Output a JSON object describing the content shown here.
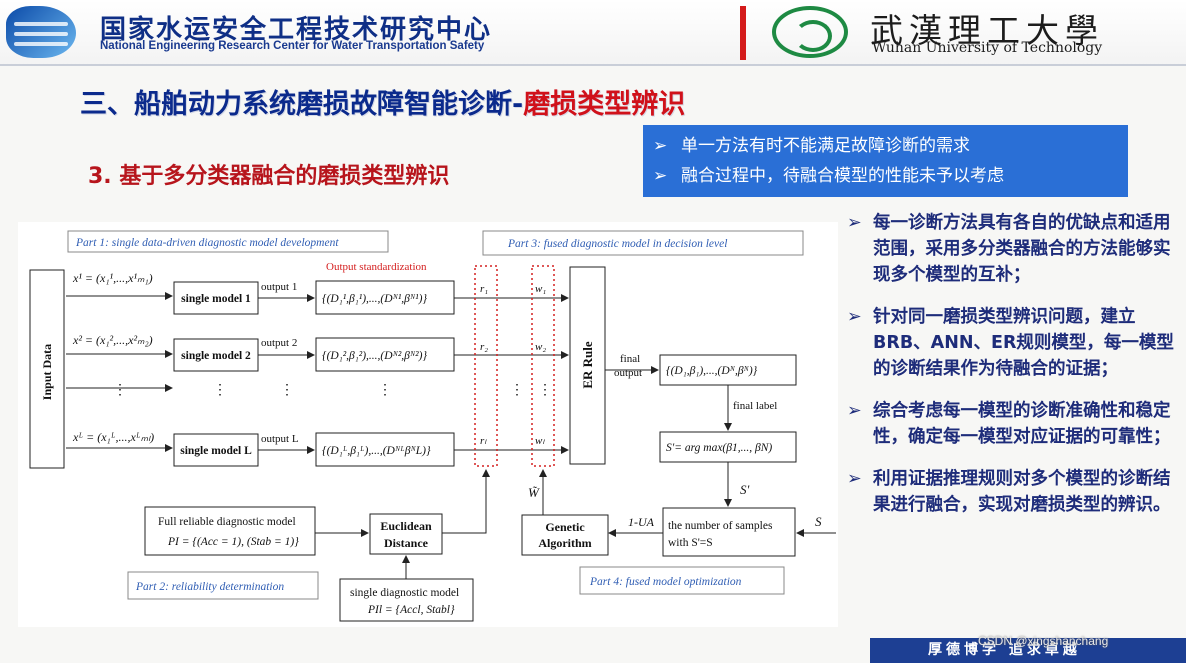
{
  "header": {
    "org_cn": "国家水运安全工程技术研究中心",
    "org_en": "National Engineering Research Center for Water Transportation Safety",
    "univ_cn": "武漢理工大學",
    "univ_en": "Wuhan University of Technology"
  },
  "title": {
    "main": "三、船舶动力系统磨损故障智能诊断-",
    "highlight": "磨损类型辨识",
    "sub": "3. 基于多分类器融合的磨损类型辨识"
  },
  "blue_box": {
    "arrow": "➢",
    "lines": [
      "单一方法有时不能满足故障诊断的需求",
      "融合过程中，待融合模型的性能未予以考虑"
    ]
  },
  "diagram": {
    "part1": "Part 1: single data-driven diagnostic model development",
    "part2": "Part 2: reliability determination",
    "part3": "Part 3: fused diagnostic model  in decision level",
    "part4": "Part 4: fused model optimization",
    "input_data": "Input Data",
    "output_std": "Output standardization",
    "models": [
      "single model 1",
      "single model 2",
      "single model L"
    ],
    "outputs": [
      "output 1",
      "output 2",
      "output L"
    ],
    "er_rule": "ER Rule",
    "final_output": [
      "final",
      "output"
    ],
    "final_label": "final label",
    "s_prime": "S'",
    "s": "S",
    "one_minus_ua": "1-UA",
    "count_box": [
      "the number of samples",
      "with  S'=S"
    ],
    "ga": [
      "Genetic",
      "Algorithm"
    ],
    "euclid": [
      "Euclidean",
      "Distance"
    ],
    "full_model": "Full reliable diagnostic model",
    "full_model_eq": "PI = {(Acc = 1), (Stab = 1)}",
    "single_model": "single diagnostic model",
    "single_model_eq": "PIl = {Accl, Stabl}",
    "argmax": "S'= arg max(β1,..., βN)",
    "w_tilde": "W̃",
    "dots": "⋮"
  },
  "right_list": {
    "bullet": "➢",
    "items": [
      "每一诊断方法具有各自的优缺点和适用范围，采用多分类器融合的方法能够实现多个模型的互补；",
      "针对同一磨损类型辨识问题，建立BRB、ANN、ER规则模型，每一模型的诊断结果作为待融合的证据；",
      "综合考虑每一模型的诊断准确性和稳定性，确定每一模型对应证据的可靠性；",
      "利用证据推理规则对多个模型的诊断结果进行融合，实现对磨损类型的辨识。"
    ]
  },
  "footer": {
    "text": "厚德博学  追求卓越",
    "watermark": "CSDN @xingshanchang"
  },
  "colors": {
    "navy": "#0b2a8c",
    "red": "#d0111a",
    "blue_box": "#2a6fd6"
  }
}
